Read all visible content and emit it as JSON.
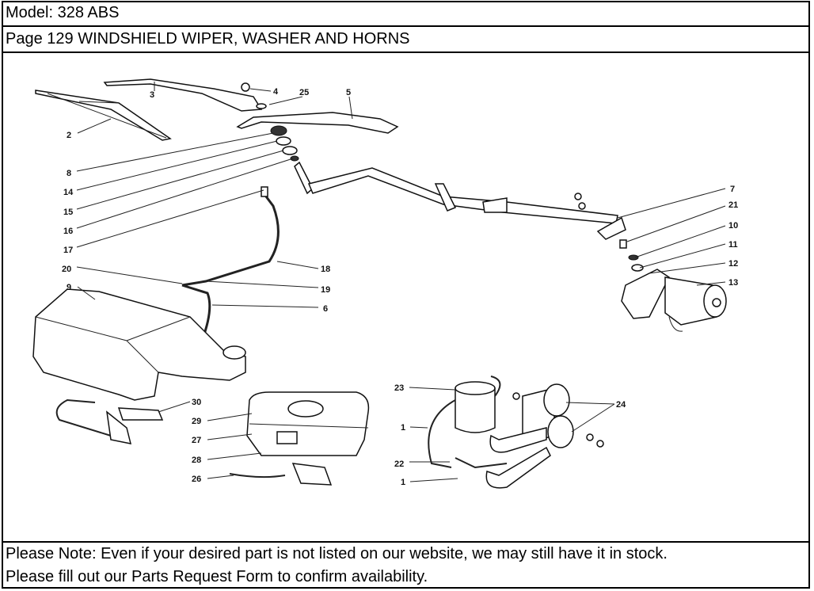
{
  "header": {
    "model": "Model: 328 ABS",
    "page_title": "Page 129  WINDSHIELD WIPER, WASHER AND HORNS"
  },
  "diagram": {
    "callouts": [
      "2",
      "3",
      "4",
      "25",
      "5",
      "8",
      "14",
      "15",
      "16",
      "17",
      "20",
      "18",
      "19",
      "9",
      "6",
      "7",
      "21",
      "10",
      "11",
      "12",
      "13",
      "30",
      "29",
      "27",
      "28",
      "26",
      "23",
      "1",
      "22",
      "1",
      "24"
    ]
  },
  "footer": {
    "line1": "Please Note: Even if your desired part is not listed on our website, we may still have it in stock.",
    "line2": "Please fill out our Parts Request Form to confirm availability."
  }
}
